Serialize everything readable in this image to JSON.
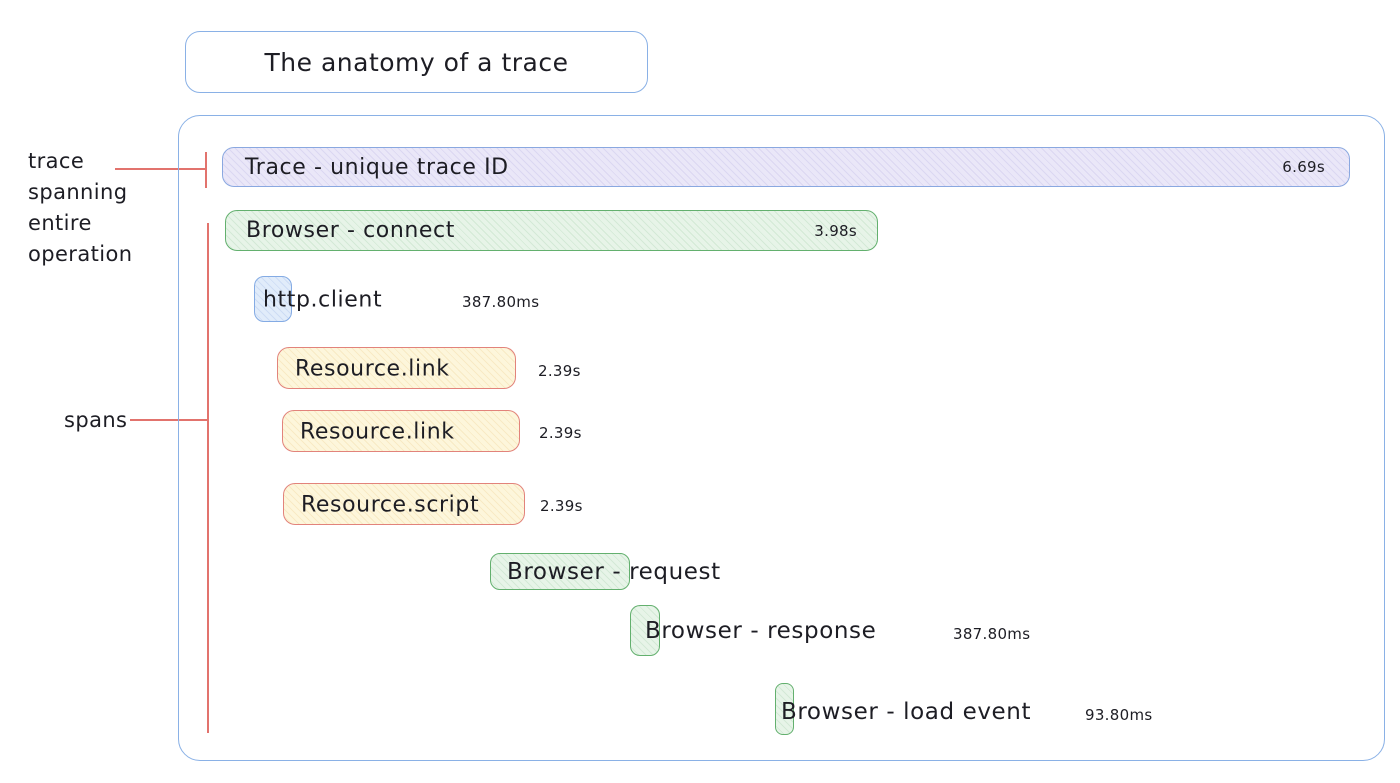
{
  "title": "The anatomy of a trace",
  "annotations": {
    "trace": "trace\nspanning\nentire\noperation",
    "spans": "spans"
  },
  "spans": [
    {
      "label": "Trace - unique trace ID",
      "duration": "6.69s"
    },
    {
      "label": "Browser - connect",
      "duration": "3.98s"
    },
    {
      "label": "http.client",
      "duration": "387.80ms"
    },
    {
      "label": "Resource.link",
      "duration": "2.39s"
    },
    {
      "label": "Resource.link",
      "duration": "2.39s"
    },
    {
      "label": "Resource.script",
      "duration": "2.39s"
    },
    {
      "label": "Browser - request",
      "duration": ""
    },
    {
      "label": "Browser - response",
      "duration": "387.80ms"
    },
    {
      "label": "Browser - load event",
      "duration": "93.80ms"
    }
  ],
  "colors": {
    "outline_blue": "#8ab1e6",
    "trace_fill": "#eae7f8",
    "trace_border": "#8aa8e0",
    "green_fill": "#e7f4e8",
    "green_border": "#63b06e",
    "yellow_fill": "#fdf6db",
    "yellow_border": "#e2837b",
    "blue_fill": "#e1ecfa",
    "blue_border": "#84abe4",
    "annotation_red": "#e2736d",
    "text": "#1d1d24"
  }
}
